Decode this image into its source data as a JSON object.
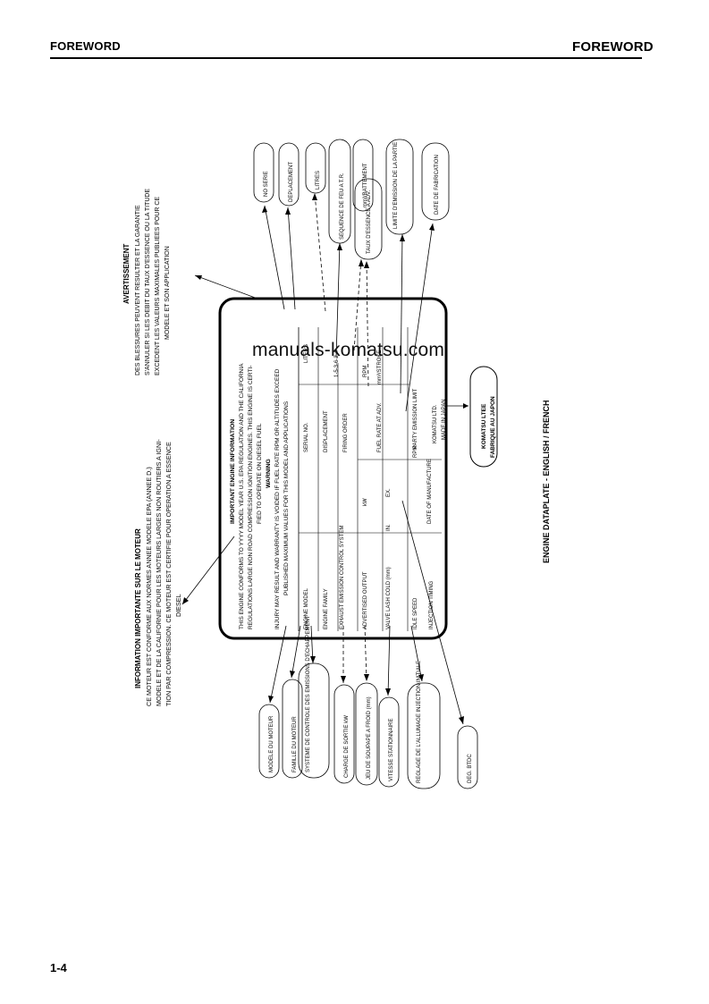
{
  "header": {
    "left": "FOREWORD",
    "right": "FOREWORD"
  },
  "page_number": "1-4",
  "watermark": "manuals-komatsu.com",
  "caption": "ENGINE DATAPLATE - ENGLISH / FRENCH",
  "plate": {
    "title": "IMPORTANT ENGINE INFORMATION",
    "statement_lines": [
      "THIS ENGINE CONFORMS TO YYYY MODEL YEAR U.S. EPA REGULATION AND THE CALIFORNIA",
      "REGULATIONS LARGE NON ROAD COMPRESSION IGNITION ENGINES. THIS ENGINE IS CERTI-",
      "FIED TO OPERATE ON DIESEL FUEL"
    ],
    "warning_title": "WARNING",
    "warning_lines": [
      "INJURY MAY RESULT AND WARRANTY IS VOIDED IF FUEL RATE RPM OR ALTITUDES EXCEED",
      "PUBLISHED MAXIMUM VALUES FOR THIS MODEL AND APPLICATIONS"
    ],
    "left_col": [
      "ENGINE MODEL",
      "ENGINE FAMILY",
      "EXHAUST EMISSION CONTROL SYSTEM",
      "ADVERTISED OUTPUT",
      "VALVE LASH COLD (mm)",
      "IDLE SPEED",
      "INJECTION TIMING"
    ],
    "mid_col": [
      "SERIAL NO.",
      "DISPLACEMENT",
      "FIRING ORDER",
      "kW",
      "IN.",
      "EX.",
      "RPM",
      "FUEL RATE AT ADV.",
      "PARTY EMISSION LIMIT",
      "DATE OF MANUFACTURE"
    ],
    "right_col": [
      "LITERS",
      "1-5-3-6-2-4",
      "RPM",
      "mm³/STROKE",
      "KOMATSU LTD.",
      "MADE IN JAPAN"
    ],
    "made_in": "KOMATSU LTD. MADE IN JAPAN"
  },
  "french_info": {
    "title": "INFORMATION IMPORTANTE SUR LE MOTEUR",
    "lines": [
      "CE MOTEUR EST CONFORME AUX NORMES ANNEE MODELE EPA (ANNEE D.)",
      "MODELE ET DE LA CALIFORNIE POUR LES MOTEURS LARGES NON ROUTIERS A IGNI-",
      "TION PAR COMPRESSION. CE MOTEUR EST CERTIFIE POUR OPERATION A ESSENCE",
      "DIESEL"
    ]
  },
  "french_warning": {
    "title": "AVERTISSEMENT",
    "lines": [
      "DES BLESSURES PEUVENT RESULTER ET LA GARANTIE",
      "S'ANNULER SI LES DEBIT DU TAUX D'ESSENCE OU LA TITUDE",
      "EXCEDENT LES VALEURS MAXIMALES PUBLIEES POUR CE",
      "MODELE ET SON APPLICATION"
    ]
  },
  "top_labels": [
    "NO SERIE",
    "DEPLACEMENT",
    "LITRES",
    "SEQUENCE DE FEU A T.R.",
    "mm³/BATTEMENT",
    "TAUX D'ESSENCE A ADV.",
    "LIMITE D'EMISSION DE LA PARTIE",
    "DATE DE FABRICATION"
  ],
  "bottom_labels": [
    "MODELE DU MOTEUR",
    "FAMILLE DU MOTEUR",
    "SYSTEME DE CONTROLE DES EMISSIONS D'ECHAPPEMENT",
    "CHARGE DE SORTIE kW",
    "JEU DE SOUPAPE A FROID (mm)",
    "VITESSE STATIONNAIRE",
    "REGLAGE DE L'ALLUMAGE INJECTION INITIALE",
    "DEG. BTDC"
  ],
  "komatsu_label": [
    "KOMATSU LTEE",
    "FABRIQUE AU JAPON"
  ]
}
